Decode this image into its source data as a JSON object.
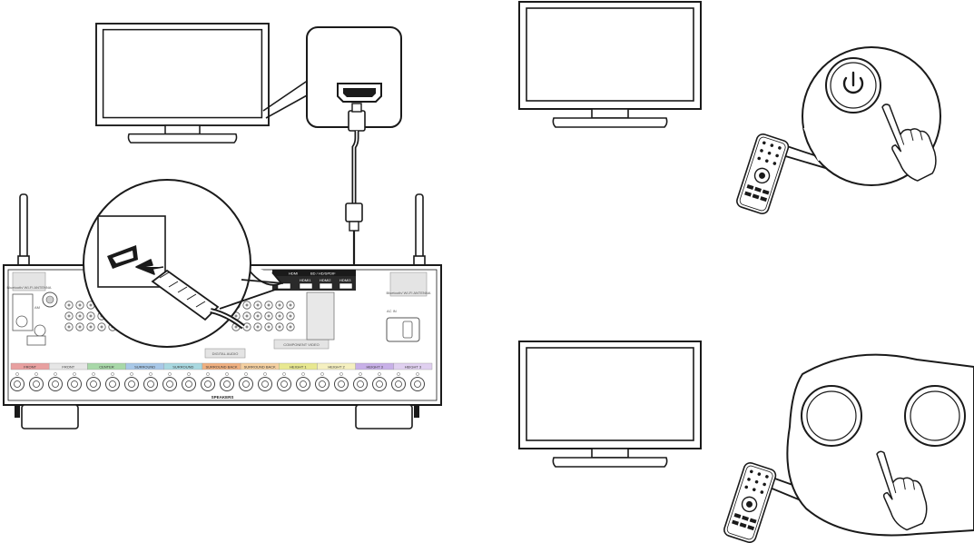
{
  "receiver": {
    "hdmi_header": "HDMI",
    "hdmi_sub": "BD / HD/SPDIF",
    "hdmi_ports": [
      "HDMI1",
      "HDMI2",
      "HDMI3"
    ],
    "left_antenna_label": "Bluetooth/ WI-FI ANTENNA",
    "right_antenna_label": "Bluetooth/ WI-FI ANTENNA",
    "ac_in": "AC IN",
    "am_label": "AM",
    "digital_audio": "DIGITAL AUDIO",
    "component_video": "COMPONENT VIDEO",
    "speakers_label": "SPEAKERS",
    "speaker_groups": [
      {
        "name": "FRONT",
        "color": "#e8a0a0"
      },
      {
        "name": "FRONT",
        "color": "#e6e6e6"
      },
      {
        "name": "CENTER",
        "color": "#a8d8a8"
      },
      {
        "name": "SURROUND",
        "color": "#a8c8e8"
      },
      {
        "name": "SURROUND",
        "color": "#a8d8e0"
      },
      {
        "name": "SURROUND BACK",
        "color": "#f0b080"
      },
      {
        "name": "SURROUND BACK",
        "color": "#f5d0a0"
      },
      {
        "name": "HEIGHT 1",
        "color": "#e8e890"
      },
      {
        "name": "HEIGHT 2",
        "color": "#f5f0c0"
      },
      {
        "name": "HEIGHT 3",
        "color": "#c8b0e8"
      },
      {
        "name": "HEIGHT 3",
        "color": "#e0d0f0"
      }
    ]
  },
  "icons": {
    "power": "power-icon",
    "hand": "pointing-hand-icon",
    "remote": "remote-control-icon",
    "tv": "tv-icon",
    "hdmi": "hdmi-port-icon"
  },
  "colors": {
    "line": "#1a1a1a",
    "panel_fill": "#ffffff",
    "panel_shade": "#cfcfcf",
    "arrow": "#111111"
  }
}
